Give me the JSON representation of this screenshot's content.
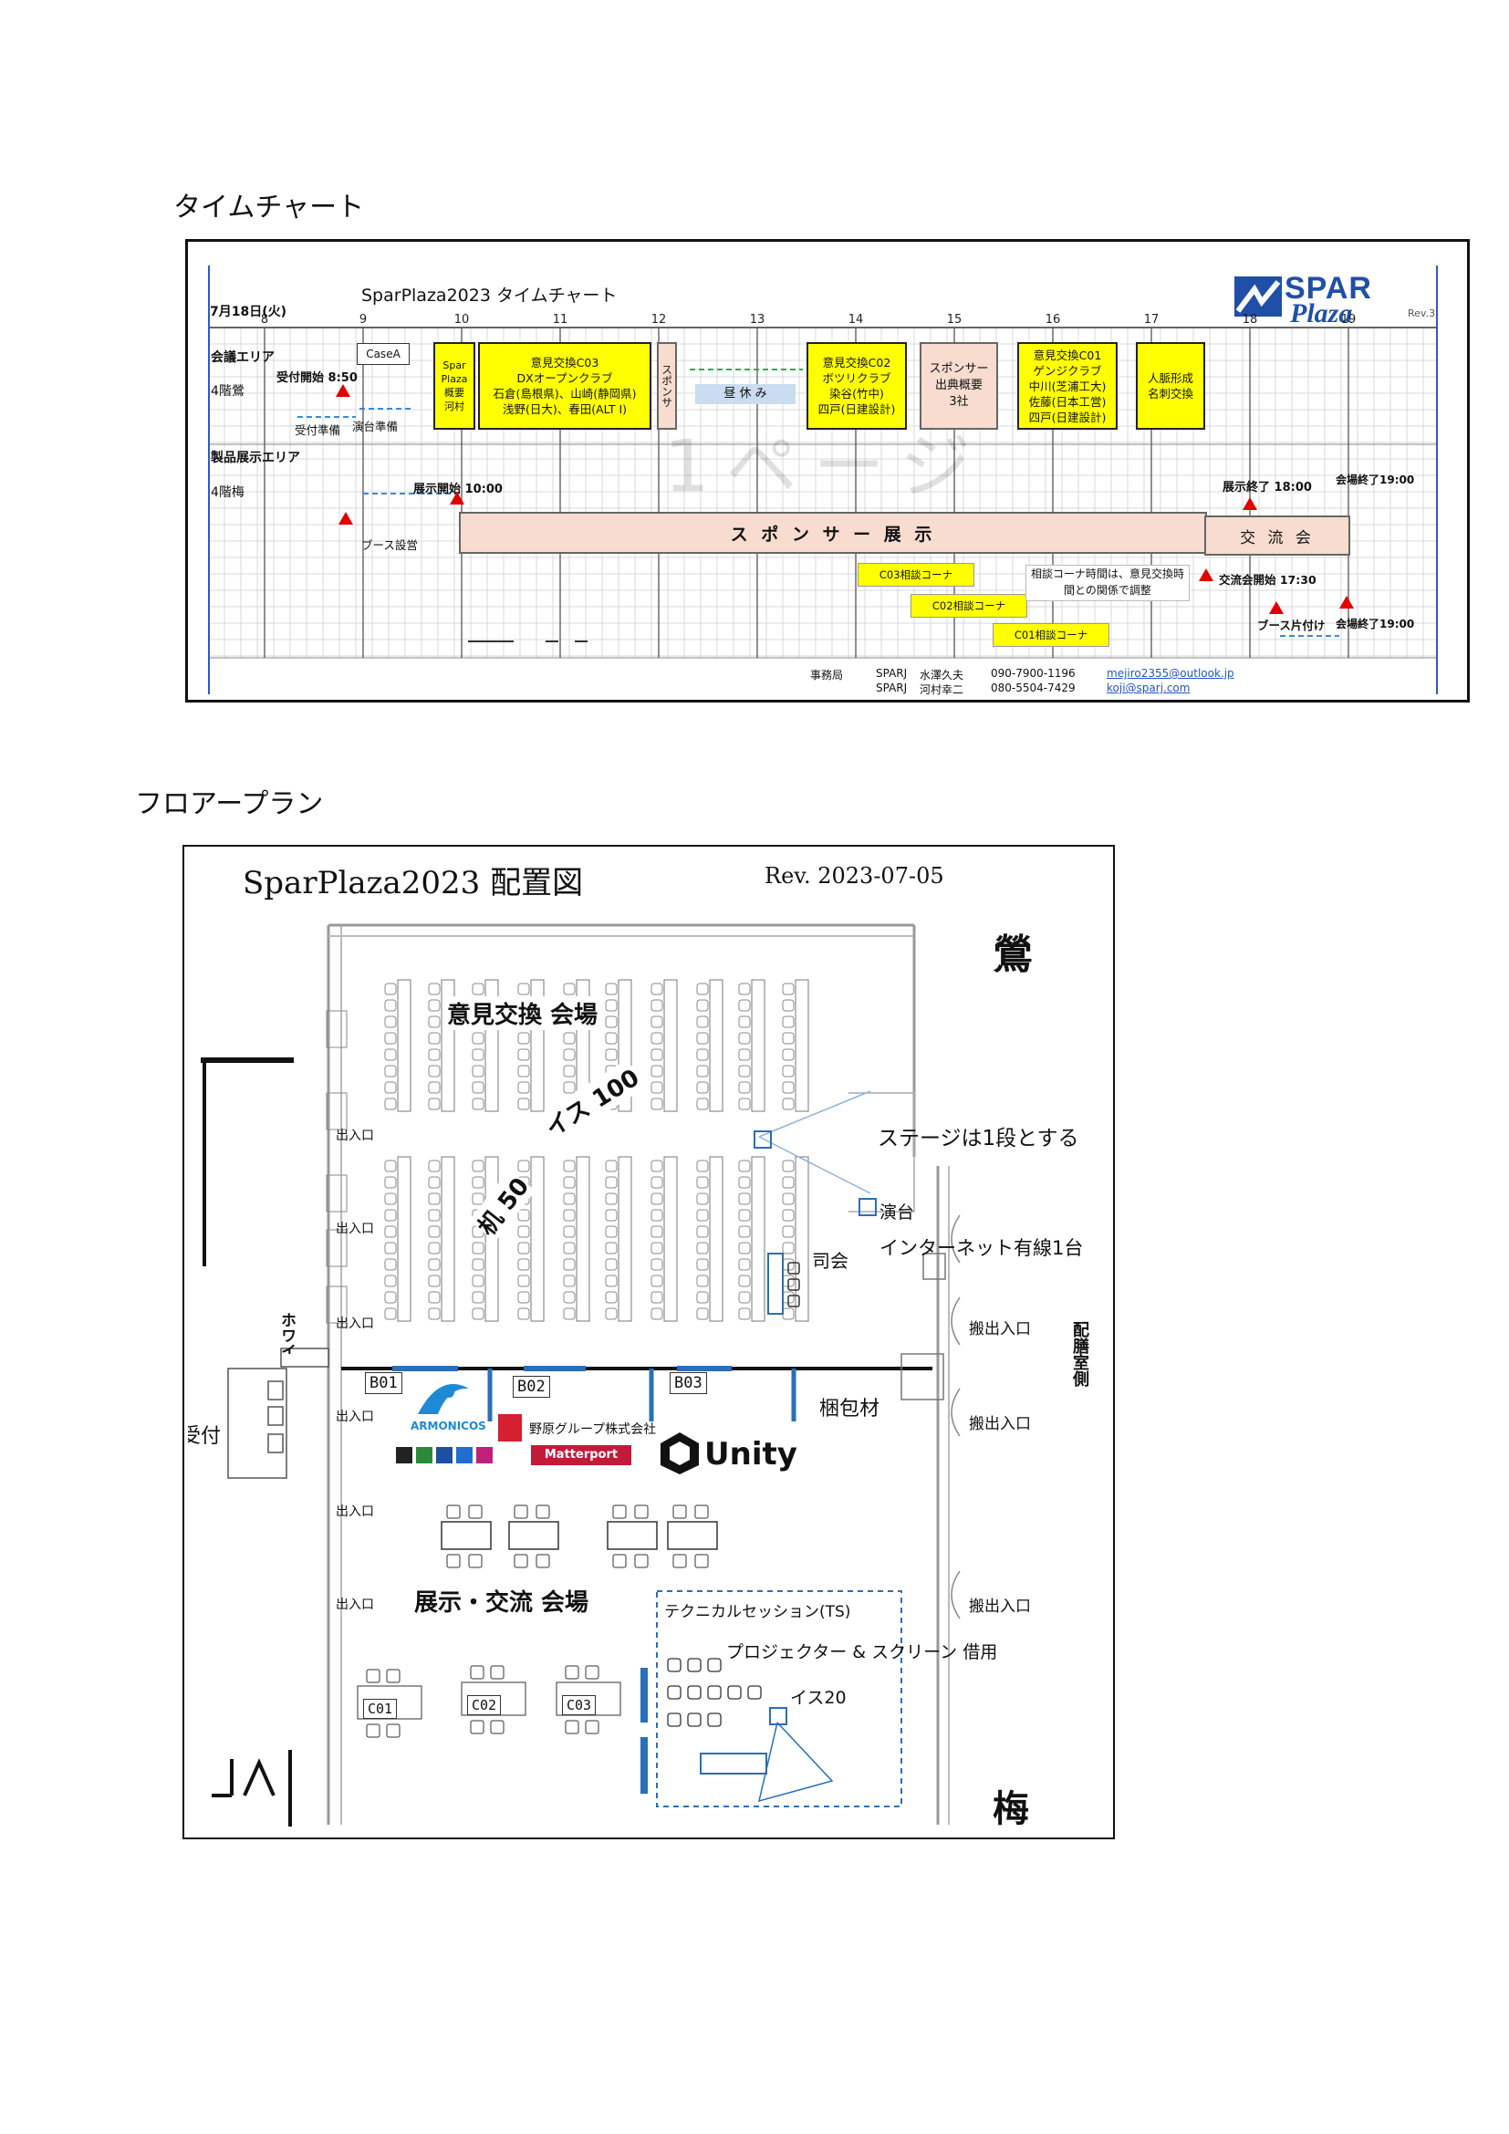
{
  "sections": {
    "timechart_heading": "タイムチャート",
    "floorplan_heading": "フロアープラン"
  },
  "timechart": {
    "title": "SparPlaza2023 タイムチャート",
    "date": "7月18日(火)",
    "rev": "Rev.3",
    "logo_top": "SPAR",
    "logo_bottom": "Plaza",
    "hours": [
      "8",
      "9",
      "10",
      "11",
      "12",
      "13",
      "14",
      "15",
      "16",
      "17",
      "18",
      "19"
    ],
    "area_conference": "会議エリア",
    "room_conference": "4階鶯",
    "area_exhibit": "製品展示エリア",
    "room_exhibit": "4階梅",
    "case_a": "CaseA",
    "reception_start": "受付開始 8:50",
    "reception_prep": "受付準備",
    "stage_prep": "演台準備",
    "exhibit_start": "展示開始 10:00",
    "booth_setup": "ブース設営",
    "sessions": [
      {
        "text": "Spar\nPlaza\n概要\n河村"
      },
      {
        "text": "意見交換C03\nDXオープンクラブ\n石倉(島根県)、山崎(静岡県)\n浅野(日大)、春田(ALT I)"
      },
      {
        "text": "意見交換C02\nボツリクラブ\n染谷(竹中)\n四戸(日建設計)"
      },
      {
        "text": "意見交換C01\nゲンジクラブ\n中川(芝浦工大)\n佐藤(日本工営)\n四戸(日建設計)"
      },
      {
        "text": "人脈形成\n名刺交換"
      }
    ],
    "sponsor_vertical": "スポンサ",
    "lunch_break": "昼 休 み",
    "sponsor_overview": "スポンサー\n出典概要\n3社",
    "sponsor_exhibit": "ス ポ ン サ ー 展 示",
    "networking": "交 流 会",
    "exhibit_end": "展示終了 18:00",
    "venue_end_top": "会場終了19:00",
    "venue_end_bottom": "会場終了19:00",
    "networking_start": "交流会開始 17:30",
    "booth_cleanup": "ブース片付け",
    "consult_c03": "C03相談コーナ",
    "consult_c02": "C02相談コーナ",
    "consult_c01": "C01相談コーナ",
    "consult_note": "相談コーナ時間は、意見交換時\n間との関係で調整",
    "watermark": "1ページ",
    "contact": {
      "office_label": "事務局",
      "rows": [
        {
          "org": "SPARJ",
          "name": "水澤久夫",
          "phone": "090-7900-1196",
          "email": "mejiro2355@outlook.jp"
        },
        {
          "org": "SPARJ",
          "name": "河村幸二",
          "phone": "080-5504-7429",
          "email": "koji@sparj.com"
        }
      ]
    }
  },
  "floorplan": {
    "title": "SparPlaza2023 配置図",
    "rev": "Rev. 2023-07-05",
    "room_top": "鶯",
    "room_bottom": "梅",
    "meeting_area": "意見交換 会場",
    "chairs": "イス 100",
    "desks": "机 50",
    "stage_note": "ステージは1段とする",
    "podium": "演台",
    "internet": "インターネット有線1台",
    "mc": "司会",
    "entrance": "出入口",
    "loading_entrance": "搬出入口",
    "pantry": "配膳室側",
    "packing": "梱包材",
    "hall": "ホワイエ",
    "reception": "受付",
    "booths": [
      "B01",
      "B02",
      "B03"
    ],
    "consult_booths": [
      "C01",
      "C02",
      "C03"
    ],
    "sponsors": {
      "armonicos": "ARMONICOS",
      "nohara": "野原グループ株式会社",
      "matterport": "Matterport",
      "unity": "Unity"
    },
    "exhibit_area": "展示・交流 会場",
    "tech_session": "テクニカルセッション(TS)",
    "projector": "プロジェクター & スクリーン 借用",
    "chairs20": "イス20"
  },
  "colors": {
    "yellow": "#ffff00",
    "peach": "#f8dcd0",
    "red": "#e00000",
    "blue": "#2a6fb8",
    "logo": "#1f4fa8"
  }
}
